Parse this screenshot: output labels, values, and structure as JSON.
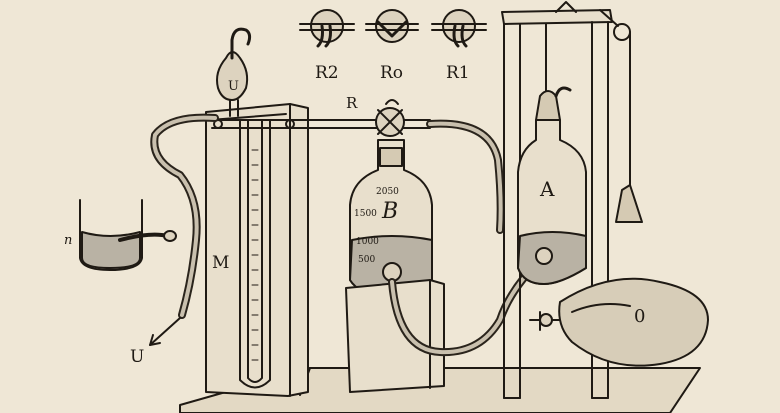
{
  "figure": {
    "labels": {
      "r2": "R2",
      "r0": "Ro",
      "r1": "R1",
      "r": "R",
      "b": "B",
      "a": "A",
      "m": "M",
      "n": "n",
      "u_upper": "U",
      "u_lower": "U",
      "zero": "0"
    },
    "bottle_b_scale": [
      "2050",
      "1500",
      "1000",
      "500"
    ],
    "colors": {
      "paper": "#efe7d6",
      "ink": "#1f1a14",
      "liquid": "#b9b2a4"
    }
  }
}
